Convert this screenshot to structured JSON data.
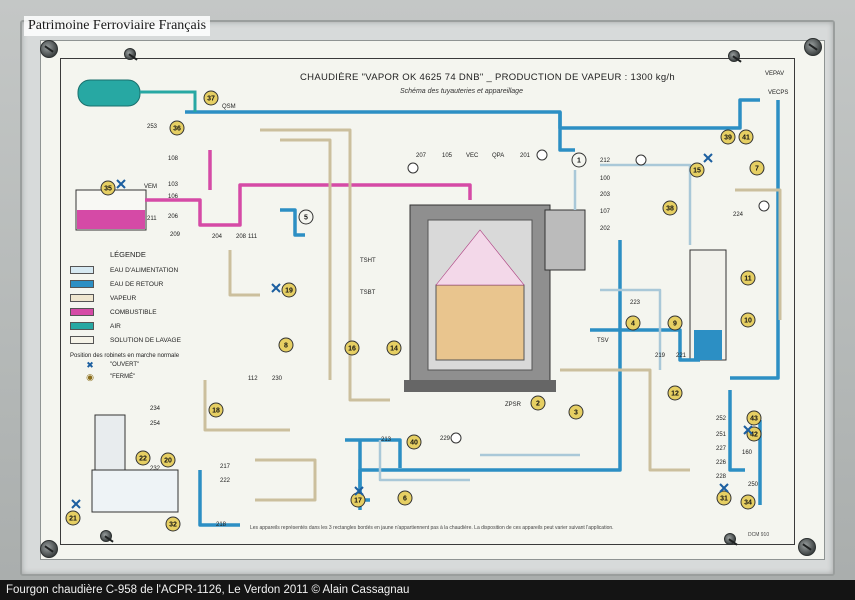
{
  "caption_top": "Patrimoine Ferroviaire Français",
  "caption_bottom": "Fourgon chaudière C-958 de l'ACPR-1126, Le Verdon 2011 © Alain Cassagnau",
  "title": "CHAUDIÈRE \"VAPOR OK 4625 74 DNB\" _ PRODUCTION DE VAPEUR : 1300 kg/h",
  "subtitle": "Schéma des tuyauteries et appareillage",
  "legend": {
    "title": "LÉGENDE",
    "items": [
      {
        "label": "EAU D'ALIMENTATION",
        "color": "#d6e9f2"
      },
      {
        "label": "EAU DE RETOUR",
        "color": "#2c8fc4"
      },
      {
        "label": "VAPEUR",
        "color": "#efe6cf"
      },
      {
        "label": "COMBUSTIBLE",
        "color": "#d54aa6"
      },
      {
        "label": "AIR",
        "color": "#27a8a3"
      },
      {
        "label": "SOLUTION DE LAVAGE",
        "color": "#f5f3e8"
      }
    ],
    "position_title": "Position des robinets en marche normale",
    "positions": [
      {
        "label": "\"OUVERT\"",
        "icon": "cross-icon"
      },
      {
        "label": "\"FERMÉ\"",
        "icon": "dot-circle-icon"
      }
    ]
  },
  "colors": {
    "feed_water": "#cfe4ef",
    "return_water": "#2c8fc4",
    "steam": "#e9dfc4",
    "fuel": "#d54aa6",
    "air": "#27a8a3",
    "wash": "#f5f3e8",
    "tag": "#e6cf63"
  },
  "component_labels": [
    "VEPAV",
    "VECPS",
    "QSM",
    "VEM",
    "VEC",
    "QPA",
    "TSHT",
    "TSBT",
    "TSV",
    "ZPSR"
  ],
  "number_labels": [
    "253",
    "108",
    "103",
    "106",
    "211",
    "206",
    "209",
    "204",
    "208",
    "207",
    "105",
    "201",
    "100",
    "203",
    "202",
    "212",
    "107",
    "224",
    "223",
    "219",
    "221",
    "112",
    "230",
    "234",
    "254",
    "232",
    "217",
    "222",
    "218",
    "213",
    "229",
    "252",
    "251",
    "227",
    "226",
    "228",
    "160",
    "250",
    "111"
  ],
  "tags": [
    "37",
    "36",
    "35",
    "15",
    "7",
    "39",
    "41",
    "38",
    "1",
    "2",
    "3",
    "4",
    "9",
    "10",
    "11",
    "12",
    "8",
    "16",
    "14",
    "18",
    "19",
    "20",
    "21",
    "22",
    "17",
    "6",
    "40",
    "31",
    "32",
    "34",
    "43",
    "42",
    "5"
  ],
  "footnote": "Les appareils représentés dans les 3 rectangles bordés en jaune n'appartiennent pas à la chaudière. La disposition de ces appareils peut varier suivant l'application.",
  "ref": "DCM 910"
}
